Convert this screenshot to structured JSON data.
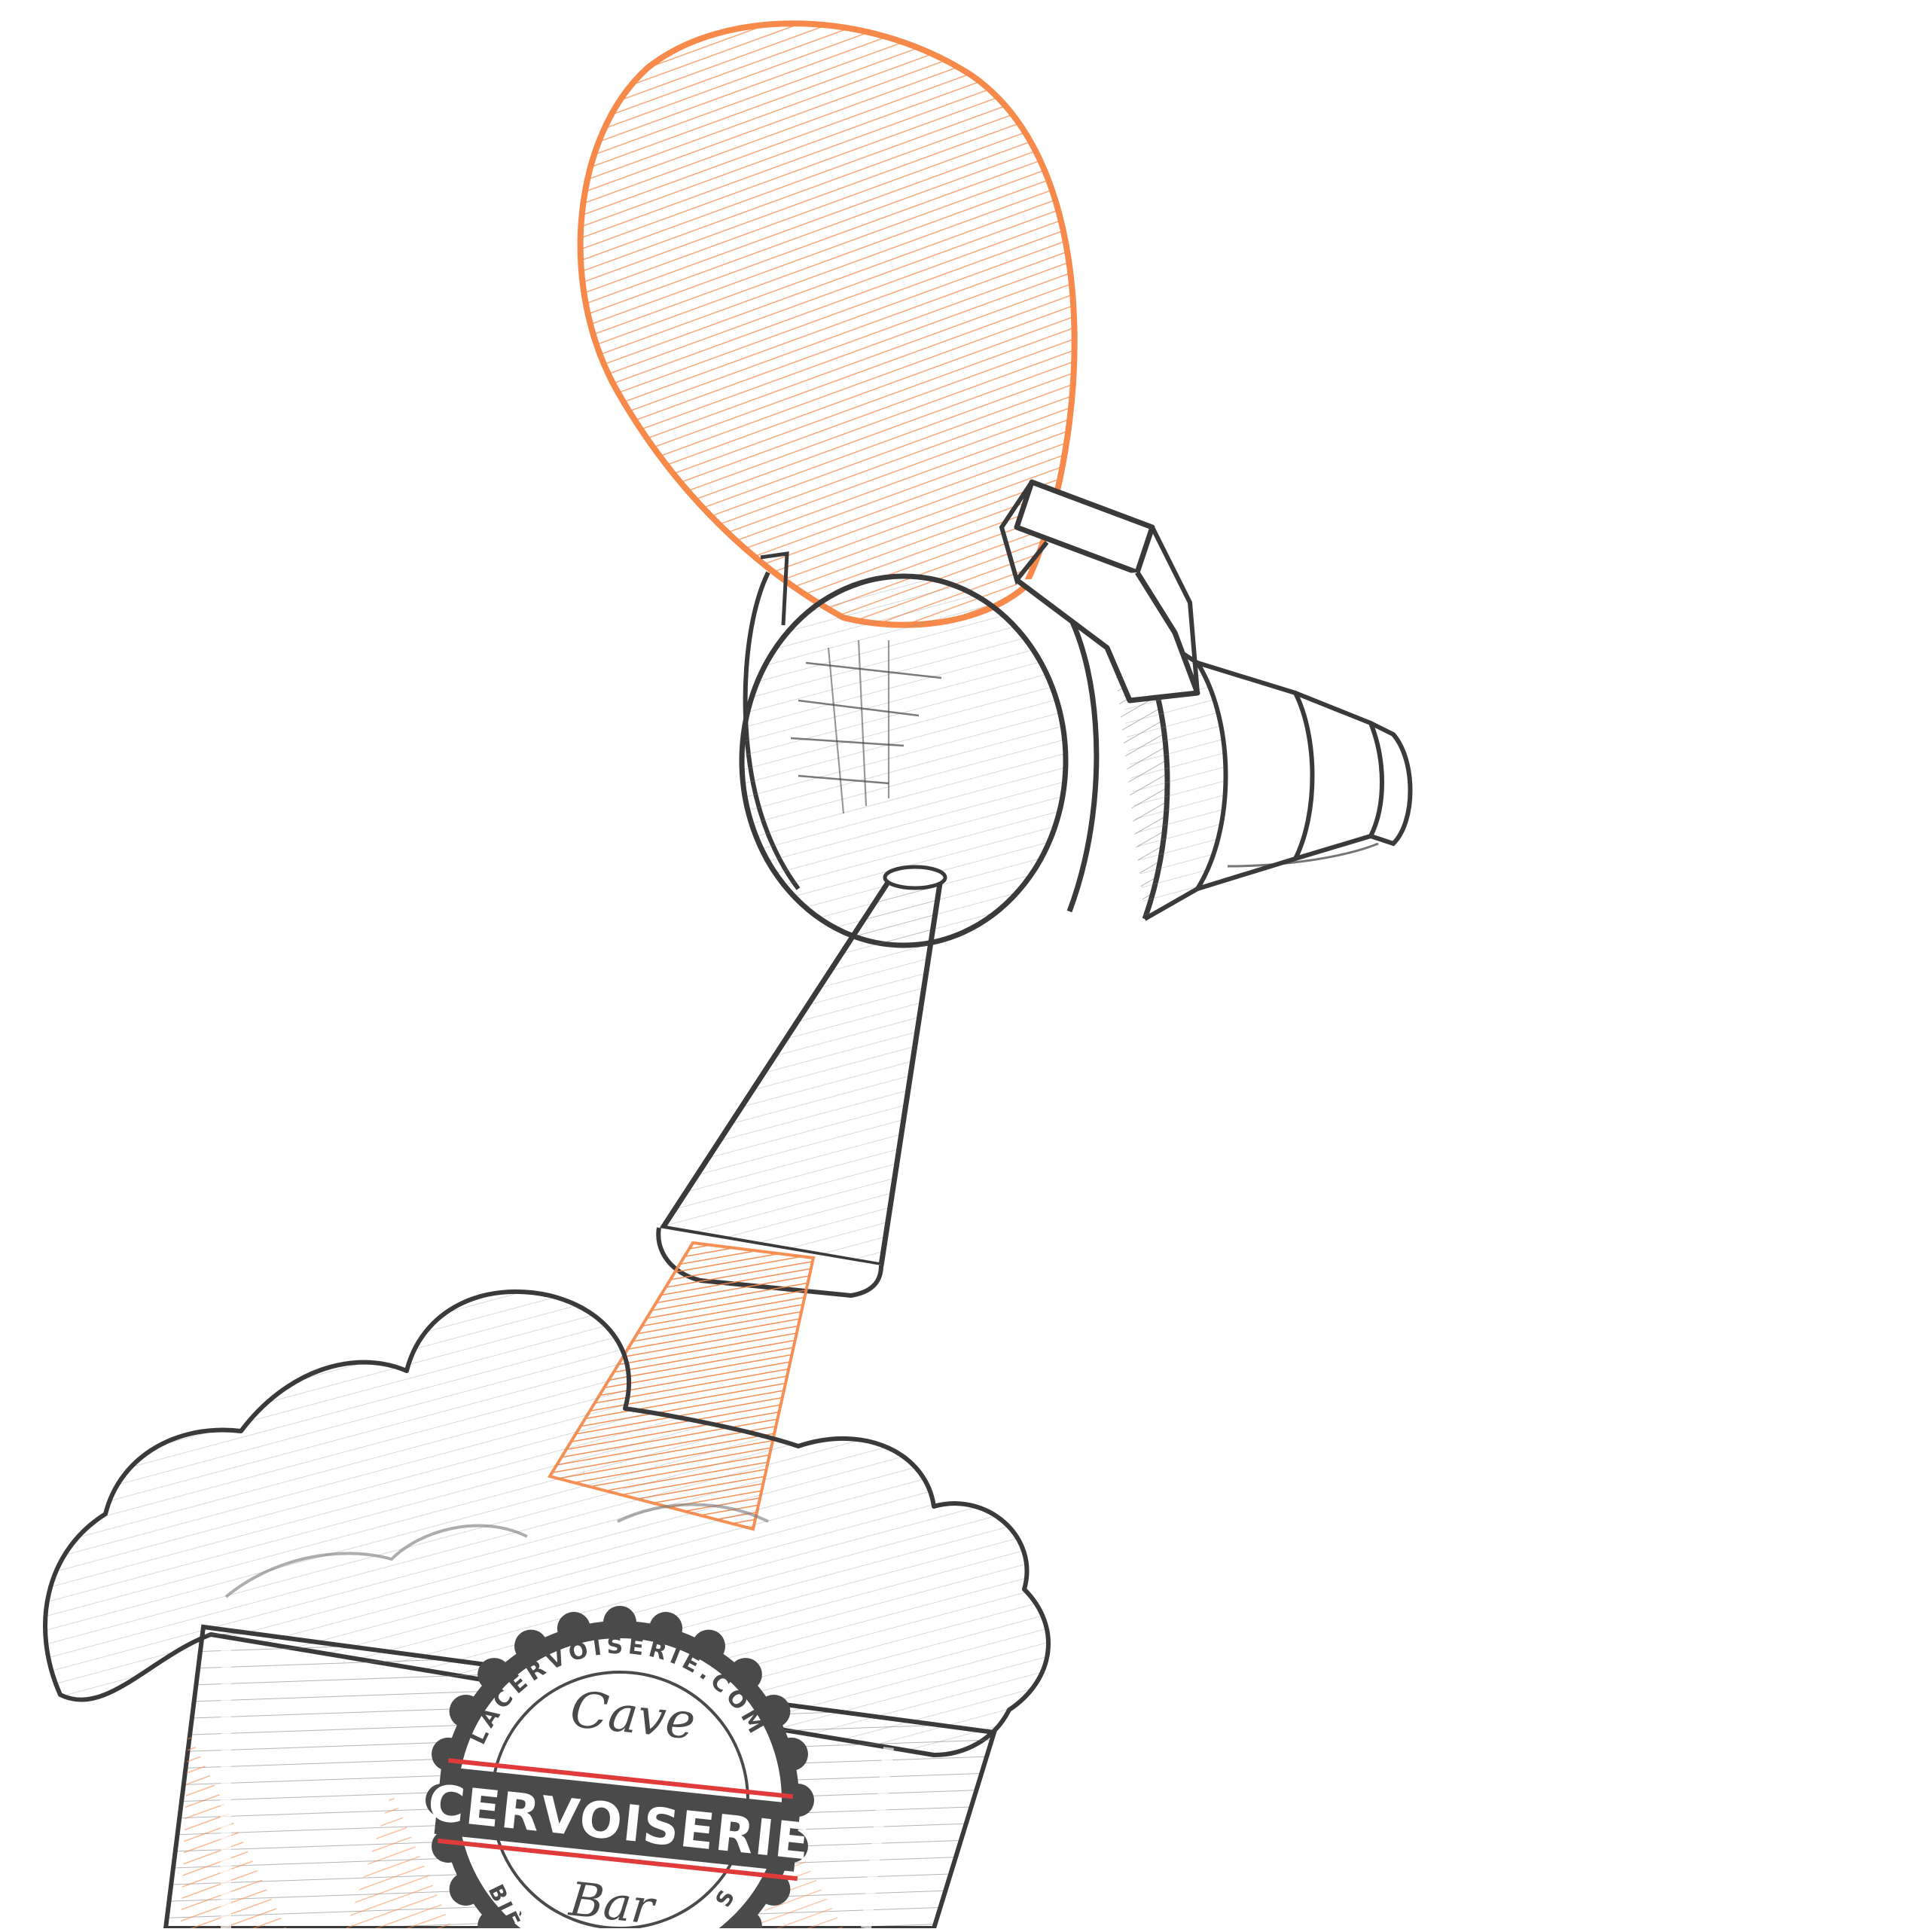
{
  "colors": {
    "background": "#ffffff",
    "ink": "#3a3a3a",
    "ink_light": "#9a9a9a",
    "accent_orange": "#f7894a",
    "badge_dark": "#4a4a4a",
    "badge_red": "#e03a3a"
  },
  "badge": {
    "ring_text": "LACERVOISERIE.COM",
    "top_word": "Cave",
    "main_word": "CERVOISERIE",
    "bottom_word": "Bar",
    "left_fragment": "BIÈ",
    "right_fragment": "S"
  },
  "icons": {
    "tap_handle": "beer-tap-handle-icon",
    "faucet": "beer-faucet-icon",
    "glass": "beer-glass-icon",
    "logo": "cervoiserie-bottlecap-logo"
  }
}
